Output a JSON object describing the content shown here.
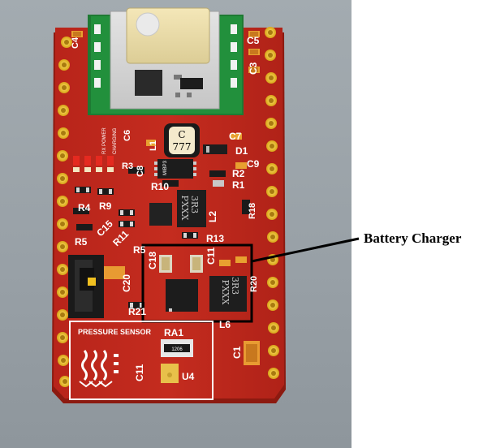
{
  "labels": {
    "c4": "C4",
    "c5": "C5",
    "c3": "C3",
    "c6": "C6",
    "c7": "C7",
    "l1": "L1",
    "d1": "D1",
    "c9": "C9",
    "inductor_top": "777",
    "inductor_mark": "C",
    "rx_power": "RX POWER",
    "charging": "CHARGING",
    "r3": "R3",
    "c8": "C8",
    "ic_small": "MIBP3",
    "r2": "R2",
    "r1": "R1",
    "r10": "R10",
    "r4": "R4",
    "r9": "R9",
    "l2": "L2",
    "r18": "R18",
    "c15": "C15",
    "r5": "R5",
    "r11": "R11",
    "r13": "R13",
    "rs": "R5",
    "c18": "C18",
    "c11b": "C11",
    "c20": "C20",
    "r21": "R21",
    "r20": "R20",
    "lc": "L6",
    "chip_top_a": "3R3",
    "chip_top_b": "PXXX",
    "chip_bot_a": "3R3",
    "chip_bot_b": "PXXX",
    "pressure_sensor": "PRESSURE SENSOR",
    "ra1": "RA1",
    "r1206": "1206",
    "c11": "C11",
    "u4": "U4",
    "c1": "C1"
  },
  "annotation": {
    "callout": "Battery Charger"
  },
  "colors": {
    "pcb": "#c0281c",
    "pcb_dark": "#8e170f",
    "pad": "#f0c020",
    "module_green": "#20883a",
    "background": "#9aa2a8"
  }
}
